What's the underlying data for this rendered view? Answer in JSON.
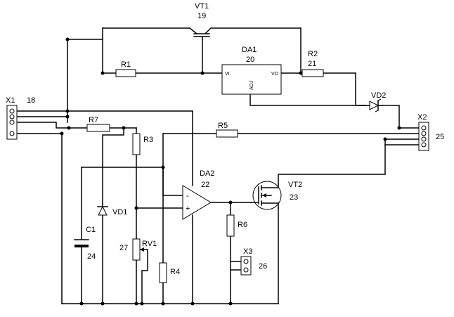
{
  "components": {
    "X1": {
      "ref": "X1",
      "num": "18"
    },
    "VT1": {
      "ref": "VT1",
      "num": "19"
    },
    "DA1": {
      "ref": "DA1",
      "num": "20",
      "pin_in": "VI",
      "pin_out": "VO",
      "pin_adj": "ADJ"
    },
    "R1": {
      "ref": "R1"
    },
    "R2": {
      "ref": "R2",
      "num": "21"
    },
    "VD2": {
      "ref": "VD2"
    },
    "X2": {
      "ref": "X2",
      "num": "25"
    },
    "R7": {
      "ref": "R7"
    },
    "R3": {
      "ref": "R3"
    },
    "R5": {
      "ref": "R5"
    },
    "DA2": {
      "ref": "DA2",
      "num": "22",
      "minus": "-",
      "plus": "+"
    },
    "VT2": {
      "ref": "VT2",
      "num": "23"
    },
    "VD1": {
      "ref": "VD1"
    },
    "C1": {
      "ref": "C1",
      "num": "24"
    },
    "RV1": {
      "ref": "RV1",
      "num": "27"
    },
    "R4": {
      "ref": "R4"
    },
    "R6": {
      "ref": "R6"
    },
    "X3": {
      "ref": "X3",
      "num": "26"
    }
  }
}
